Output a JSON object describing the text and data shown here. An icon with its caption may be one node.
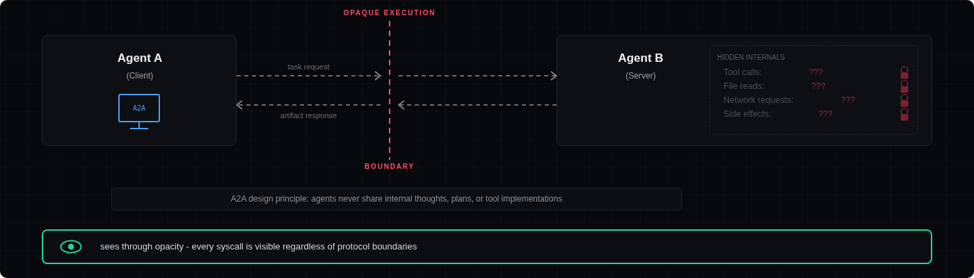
{
  "diagram": {
    "nodes": [
      {
        "text": [
          "Agent A",
          "(Client)"
        ]
      },
      {
        "text": [
          "A2A"
        ],
        "in": 0
      },
      {
        "text": [],
        "shape": "bar",
        "beside": [
          "OPAQUE EXECUTION",
          "BOUNDARY"
        ]
      },
      {
        "text": [
          "Agent B",
          "(Server)"
        ]
      },
      {
        "text": [
          "HIDDEN INTERNALS",
          "Tool calls:",
          "???",
          "File reads:",
          "???",
          "Network requests:",
          "???",
          "Side effects:",
          "???"
        ],
        "in": 3
      },
      {
        "text": [
          "A2A design principle: agents never share internal thoughts, plans, or tool implementations"
        ]
      },
      {
        "text": [
          "sees through opacity - every syscall is visible regardless of protocol boundaries"
        ]
      }
    ],
    "edges": [
      {
        "from": 0,
        "to": 2,
        "arrow": "to",
        "label": "task request",
        "style": "dashed"
      },
      {
        "from": 2,
        "to": 3,
        "arrow": "to",
        "style": "dashed"
      },
      {
        "from": 3,
        "to": 2,
        "arrow": "to",
        "style": "dashed"
      },
      {
        "from": 2,
        "to": 0,
        "arrow": "to",
        "label": "artifact response",
        "style": "dashed"
      }
    ]
  }
}
